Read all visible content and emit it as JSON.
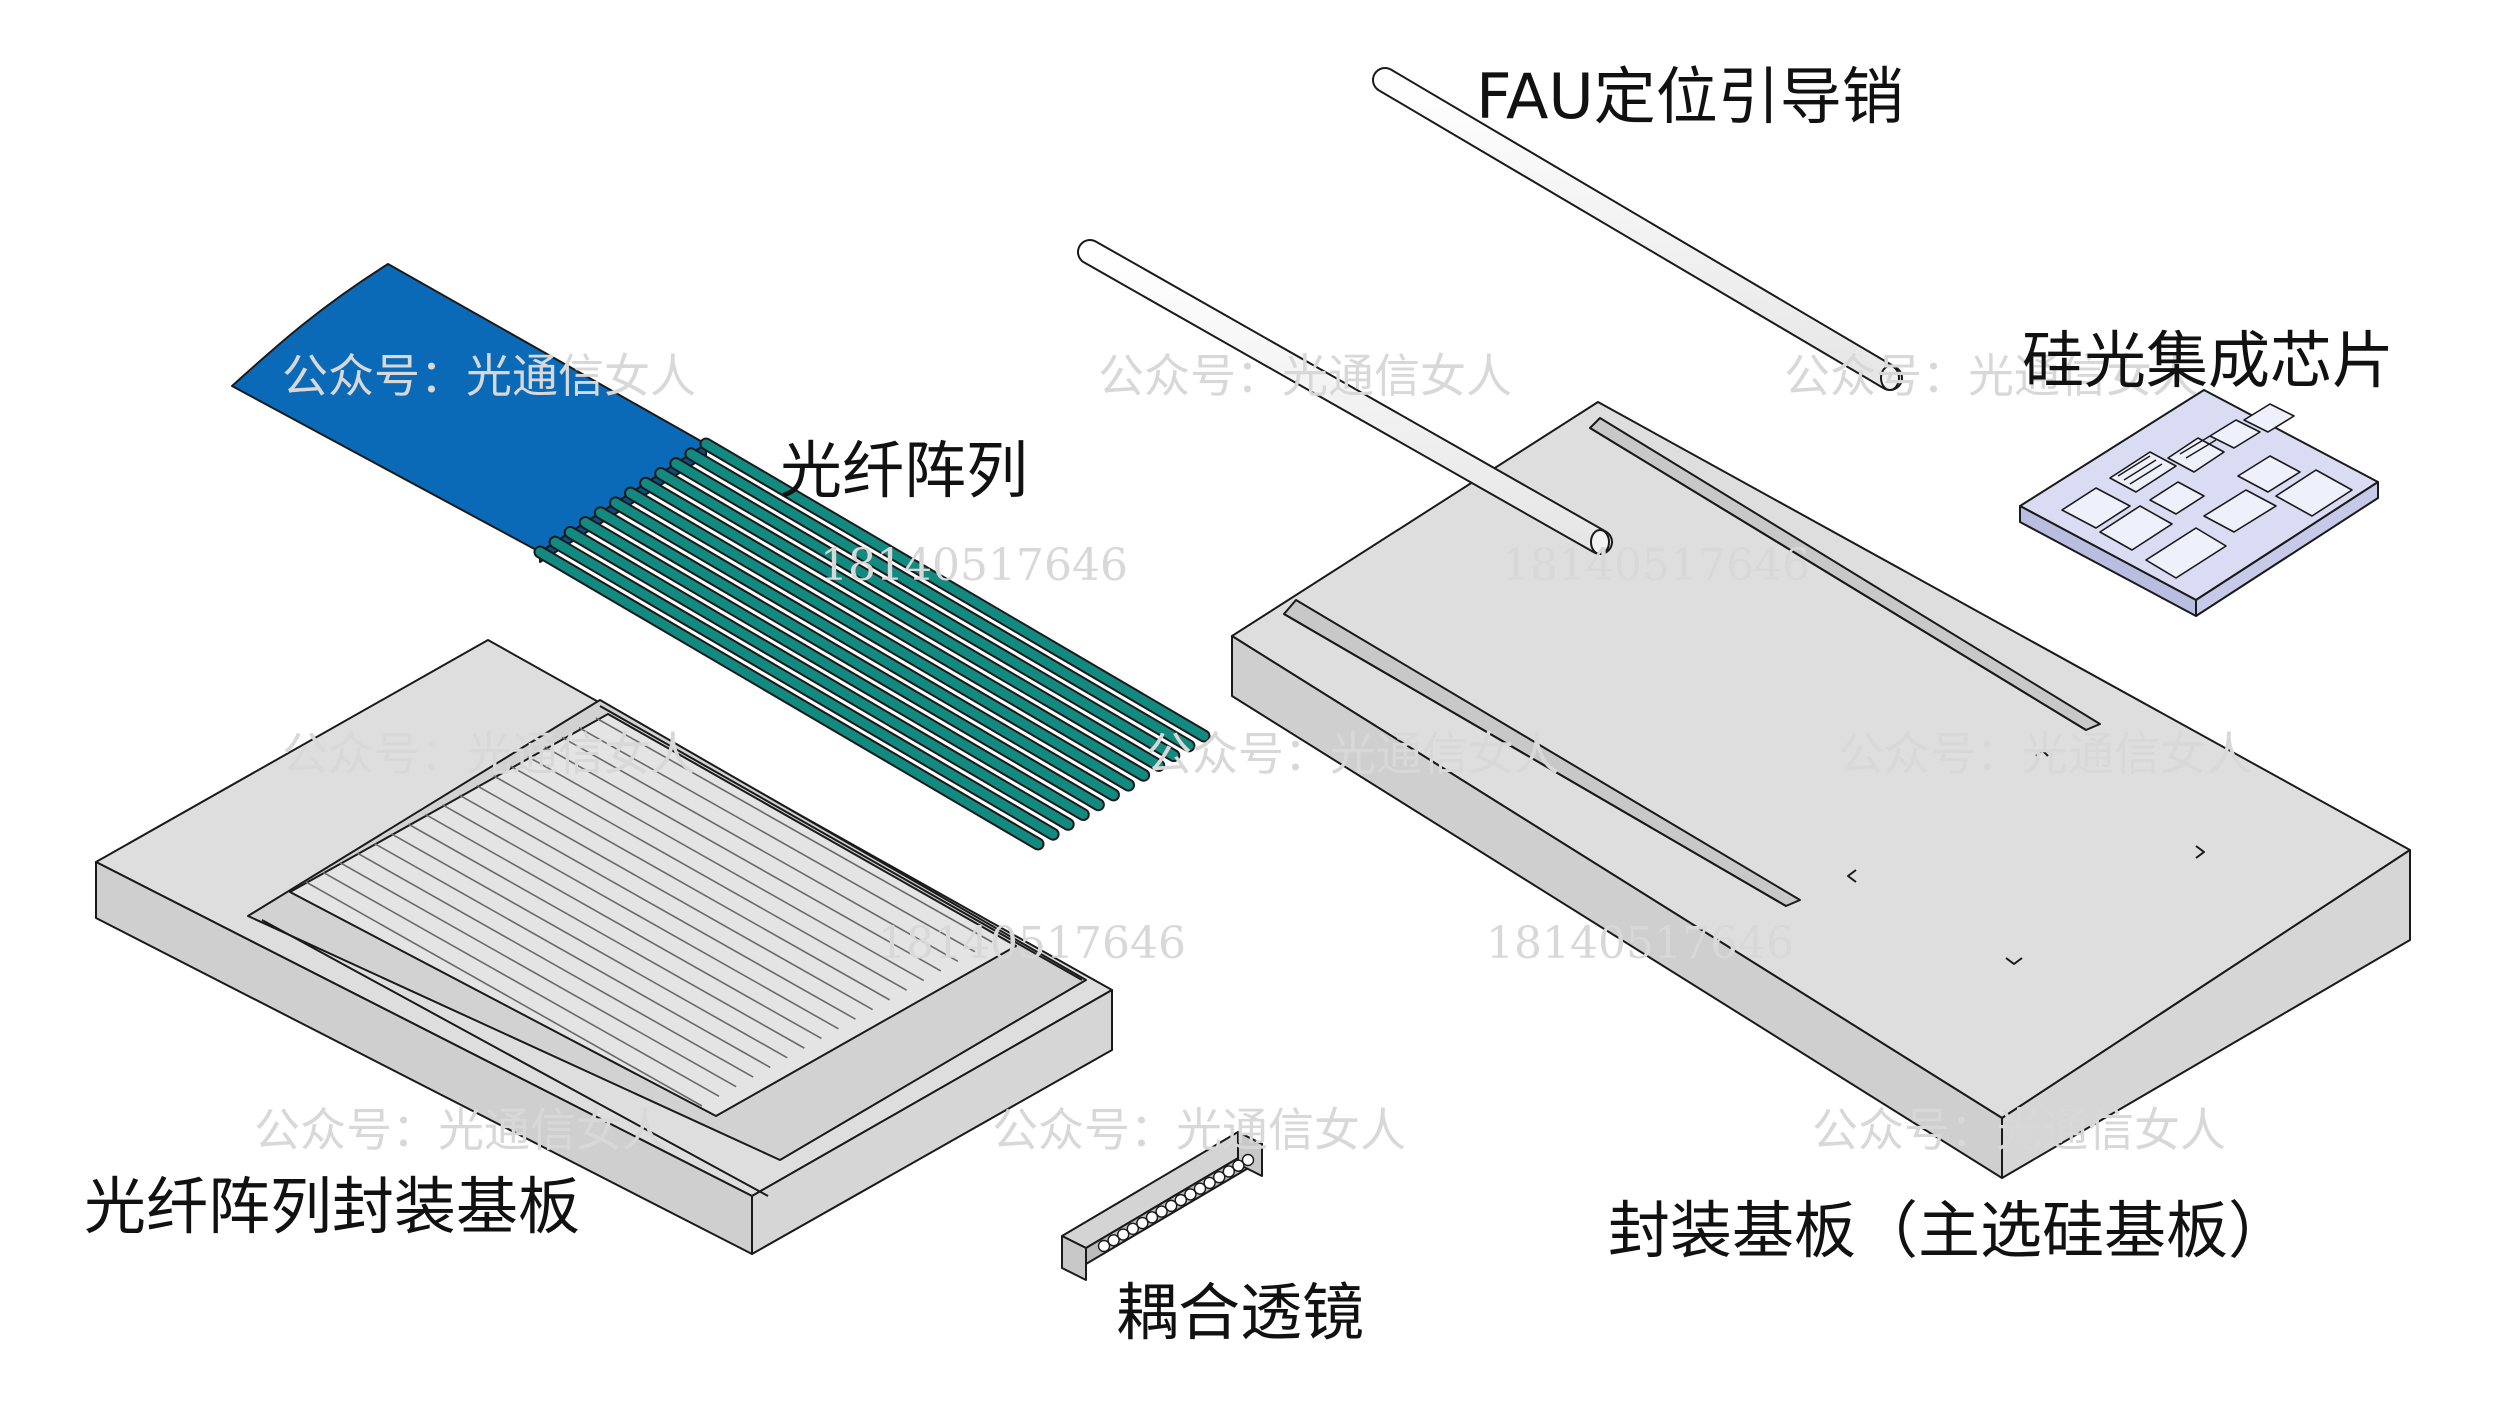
{
  "labels": {
    "fau_pin": "FAU定位引导销",
    "si_chip": "硅光集成芯片",
    "fiber_array": "光纤阵列",
    "fiber_substrate": "光纤阵列封装基板",
    "lens": "耦合透镜",
    "package_substrate": "封装基板（主选硅基板）"
  },
  "watermarks": {
    "account": "公众号：光通信女人",
    "phone": "18140517646"
  },
  "colors": {
    "ribbon": "#0a6ab8",
    "fiber": "#138a80",
    "substrate": "#dedede",
    "chip": "#d9dcf2",
    "outline": "#1a1a1a"
  }
}
